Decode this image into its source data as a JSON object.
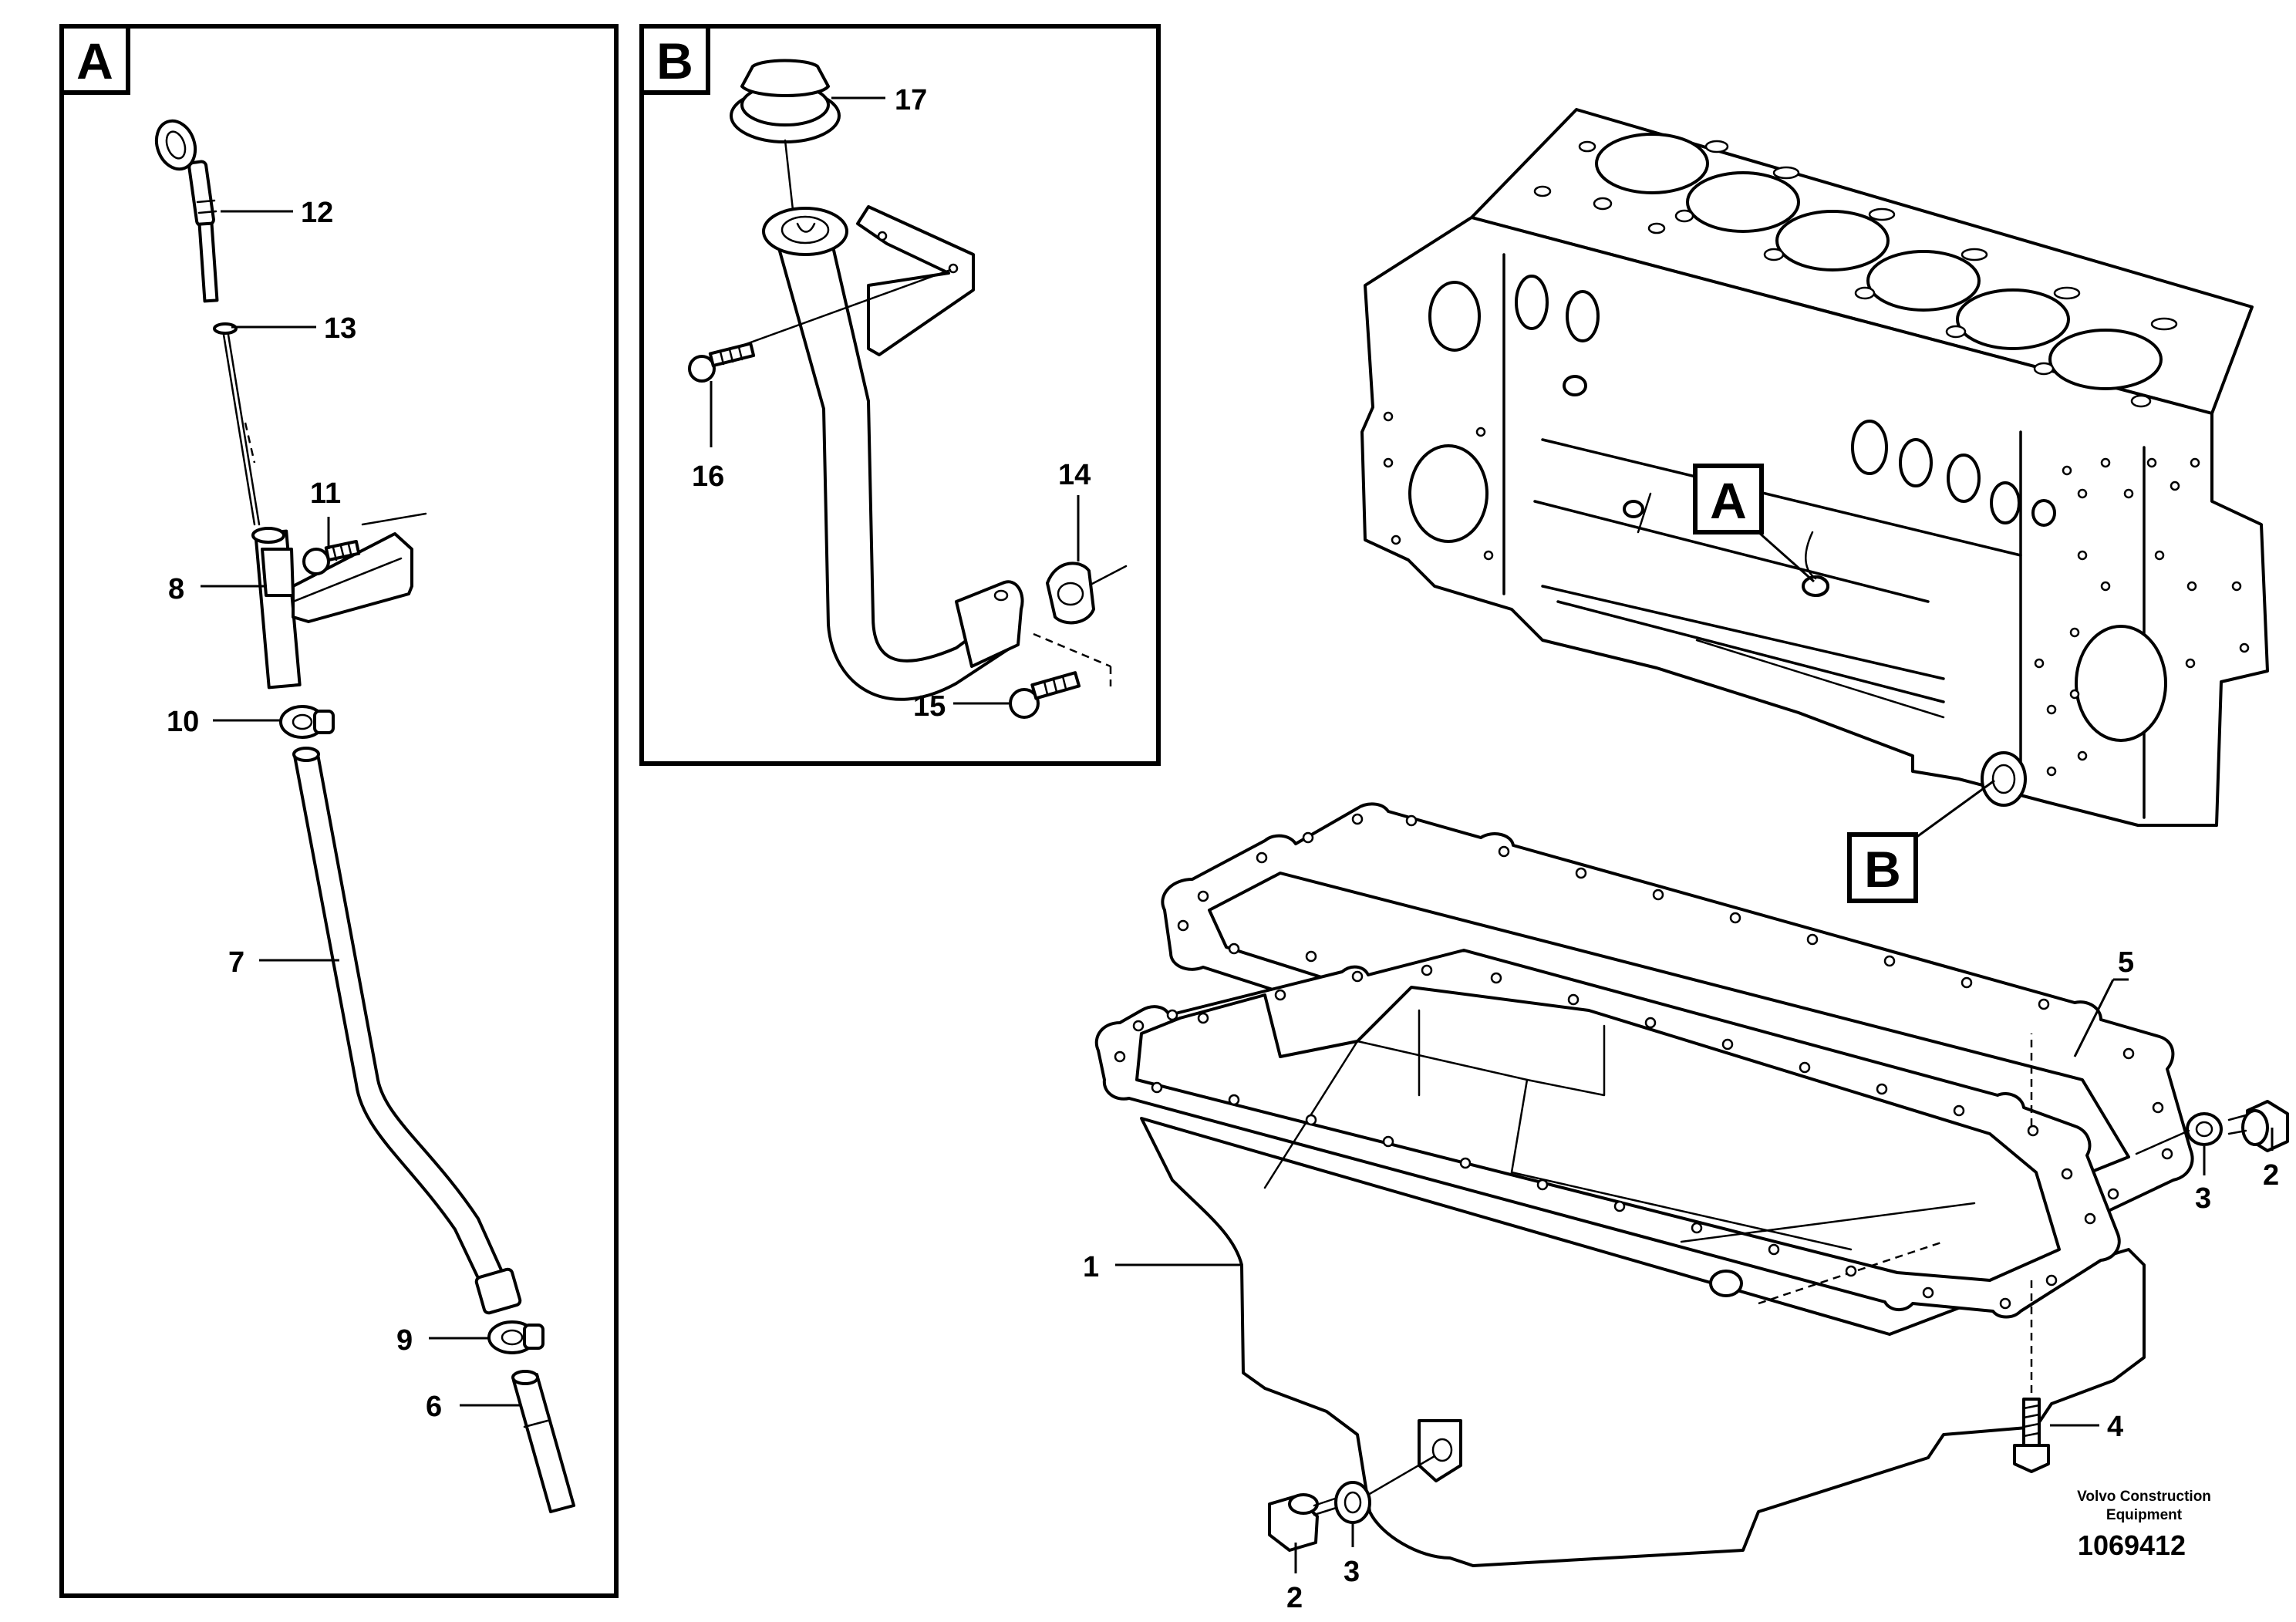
{
  "panels": {
    "a": {
      "label": "A"
    },
    "b": {
      "label": "B"
    }
  },
  "callouts": {
    "c1": "1",
    "c2a": "2",
    "c2b": "2",
    "c3a": "3",
    "c3b": "3",
    "c4": "4",
    "c5": "5",
    "c6": "6",
    "c7": "7",
    "c8": "8",
    "c9": "9",
    "c10": "10",
    "c11": "11",
    "c12": "12",
    "c13": "13",
    "c14": "14",
    "c15": "15",
    "c16": "16",
    "c17": "17"
  },
  "engine_tags": {
    "a": "A",
    "b": "B"
  },
  "footer": {
    "brand_line1": "Volvo Construction",
    "brand_line2": "Equipment",
    "document_number": "1069412"
  }
}
